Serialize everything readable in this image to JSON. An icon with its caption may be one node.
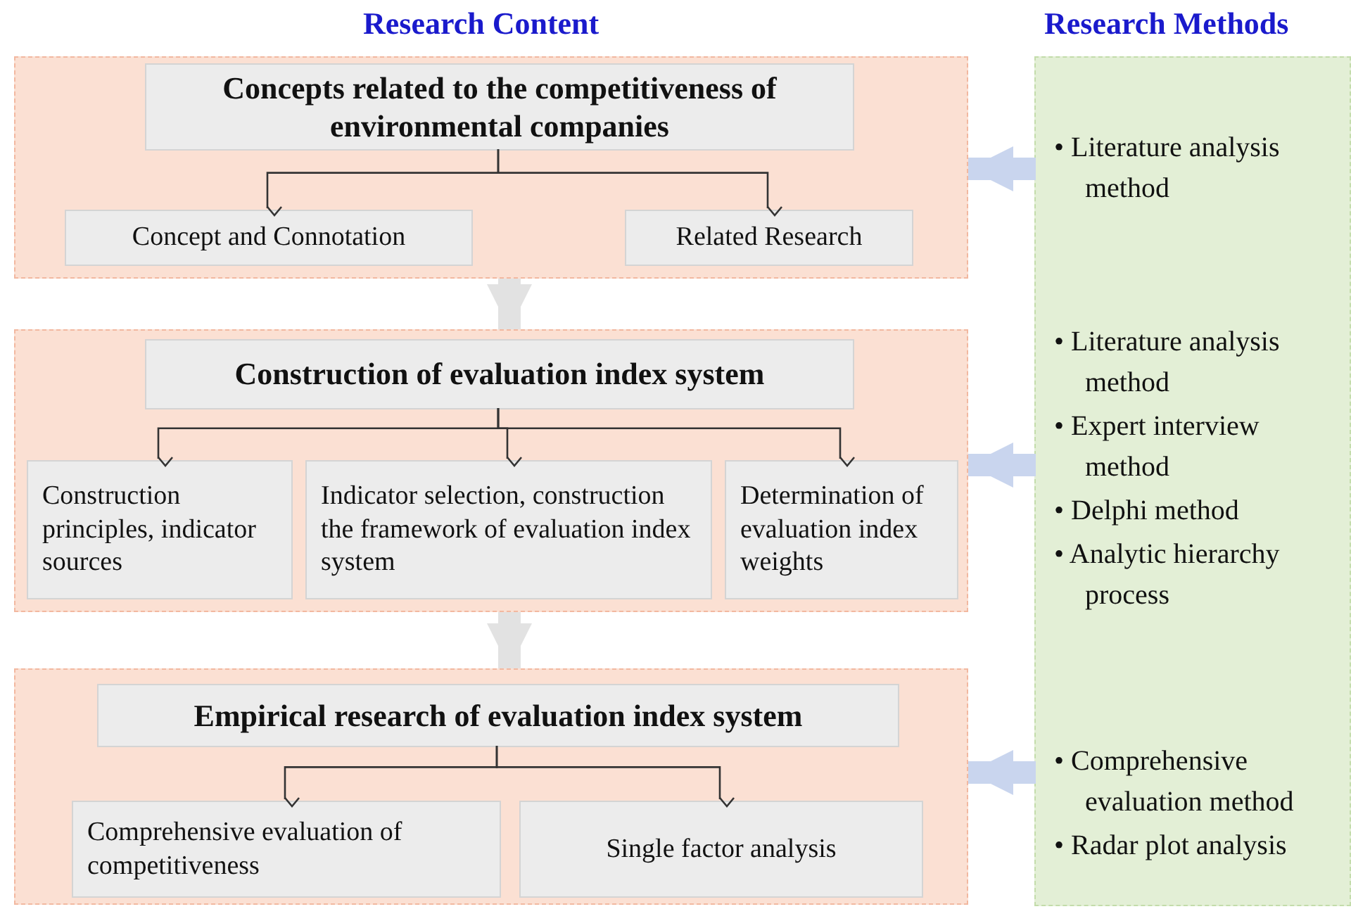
{
  "diagram": {
    "nodes": [
      {
        "text": [],
        "shape": "box"
      },
      {
        "text": [
          "Concepts related to the competitiveness of environmental companies"
        ],
        "in": 0
      },
      {
        "text": [
          "Concept and Connotation"
        ],
        "in": 0
      },
      {
        "text": [
          "Related Research"
        ],
        "in": 0
      },
      {
        "text": [],
        "shape": "box"
      },
      {
        "text": [
          "Construction of evaluation index system"
        ],
        "in": 4
      },
      {
        "text": [
          "Construction principles, indicator sources"
        ],
        "in": 4
      },
      {
        "text": [
          "Indicator selection, construction the framework of evaluation index system"
        ],
        "in": 4
      },
      {
        "text": [
          "Determination of evaluation index weights"
        ],
        "in": 4
      },
      {
        "text": [],
        "shape": "box"
      },
      {
        "text": [
          "Empirical research of evaluation index system"
        ],
        "in": 9
      },
      {
        "text": [
          "Comprehensive evaluation of competitiveness"
        ],
        "in": 9
      },
      {
        "text": [
          "Single factor analysis"
        ],
        "in": 9
      },
      {
        "text": [],
        "shape": "box"
      },
      {
        "text": [
          "• Literature analysis method"
        ],
        "in": 13
      },
      {
        "text": [
          "• Literature analysis method",
          "• Expert interview method",
          "• Delphi method",
          "• Analytic hierarchy process"
        ],
        "in": 13
      },
      {
        "text": [
          "• Comprehensive evaluation method",
          "• Radar plot analysis"
        ],
        "in": 13
      }
    ],
    "edges": [
      {
        "from": 1,
        "to": 2,
        "arrow": "to"
      },
      {
        "from": 1,
        "to": 3,
        "arrow": "to"
      },
      {
        "from": 0,
        "to": 4,
        "arrow": "to",
        "style": "thick",
        "color": "#e2e2e2"
      },
      {
        "from": 5,
        "to": 6,
        "arrow": "to"
      },
      {
        "from": 5,
        "to": 7,
        "arrow": "to"
      },
      {
        "from": 5,
        "to": 8,
        "arrow": "to"
      },
      {
        "from": 4,
        "to": 9,
        "arrow": "to",
        "style": "thick",
        "color": "#e2e2e2"
      },
      {
        "from": 10,
        "to": 11,
        "arrow": "to"
      },
      {
        "from": 10,
        "to": 12,
        "arrow": "to"
      },
      {
        "from": 14,
        "to": 0,
        "arrow": "to",
        "style": "thick",
        "color": "#c9d5ee"
      },
      {
        "from": 15,
        "to": 4,
        "arrow": "to",
        "style": "thick",
        "color": "#c9d5ee"
      },
      {
        "from": 16,
        "to": 9,
        "arrow": "to",
        "style": "thick",
        "color": "#c9d5ee"
      }
    ],
    "labels": [
      "Research Content",
      "Research Methods"
    ]
  }
}
